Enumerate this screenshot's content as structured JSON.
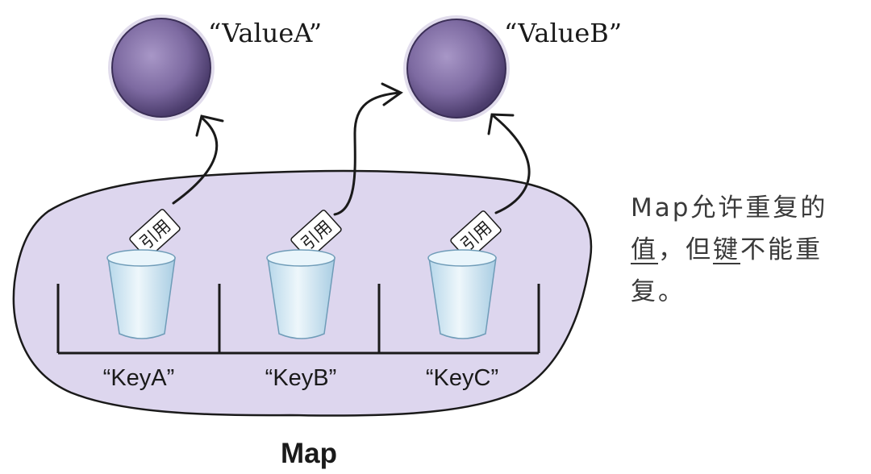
{
  "values": [
    {
      "label": "“ValueA”"
    },
    {
      "label": "“ValueB”"
    }
  ],
  "keys": [
    {
      "label": "“KeyA”",
      "ref": "引用"
    },
    {
      "label": "“KeyB”",
      "ref": "引用"
    },
    {
      "label": "“KeyC”",
      "ref": "引用"
    }
  ],
  "map_label": "Map",
  "note": {
    "part1": "Map允许重复的",
    "value_word": "值",
    "part2": "，但",
    "key_word": "键",
    "part3": "不能重复。"
  },
  "colors": {
    "blob_fill": "#ddd6ee",
    "ball_fill": "#8a78ad",
    "ball_dark": "#4a3b6a",
    "cup_fill": "#cfe6f2",
    "ink": "#1a1a1a"
  }
}
